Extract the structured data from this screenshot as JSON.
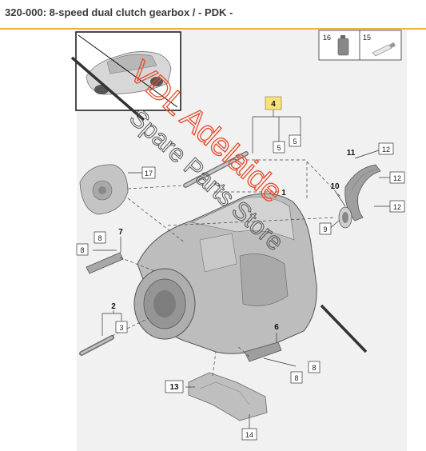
{
  "header": {
    "title": "320-000: 8-speed dual clutch gearbox / - PDK -"
  },
  "parts": {
    "p1": "1",
    "p2": "2",
    "p3": "3",
    "p4": "4",
    "p5a": "5",
    "p5b": "5",
    "p6": "6",
    "p7": "7",
    "p8a": "8",
    "p8b": "8",
    "p8c": "8",
    "p9": "9",
    "p10": "10",
    "p11": "11",
    "p12a": "12",
    "p12b": "12",
    "p12c": "12",
    "p13": "13",
    "p14": "14",
    "p15": "15",
    "p16": "16",
    "p17": "17"
  },
  "watermark": {
    "line1": "VDL Adelaide",
    "line2": "Spare Parts Store"
  },
  "colors": {
    "accent": "#e7b633",
    "highlight": "#f6e27a",
    "watermark": "#e64a2a"
  }
}
